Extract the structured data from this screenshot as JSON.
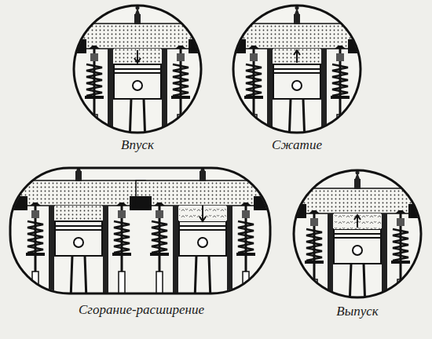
{
  "diagram": {
    "labels": [
      "Впуск",
      "Сжатие",
      "Сгорание-расширение",
      "Выпуск"
    ]
  }
}
